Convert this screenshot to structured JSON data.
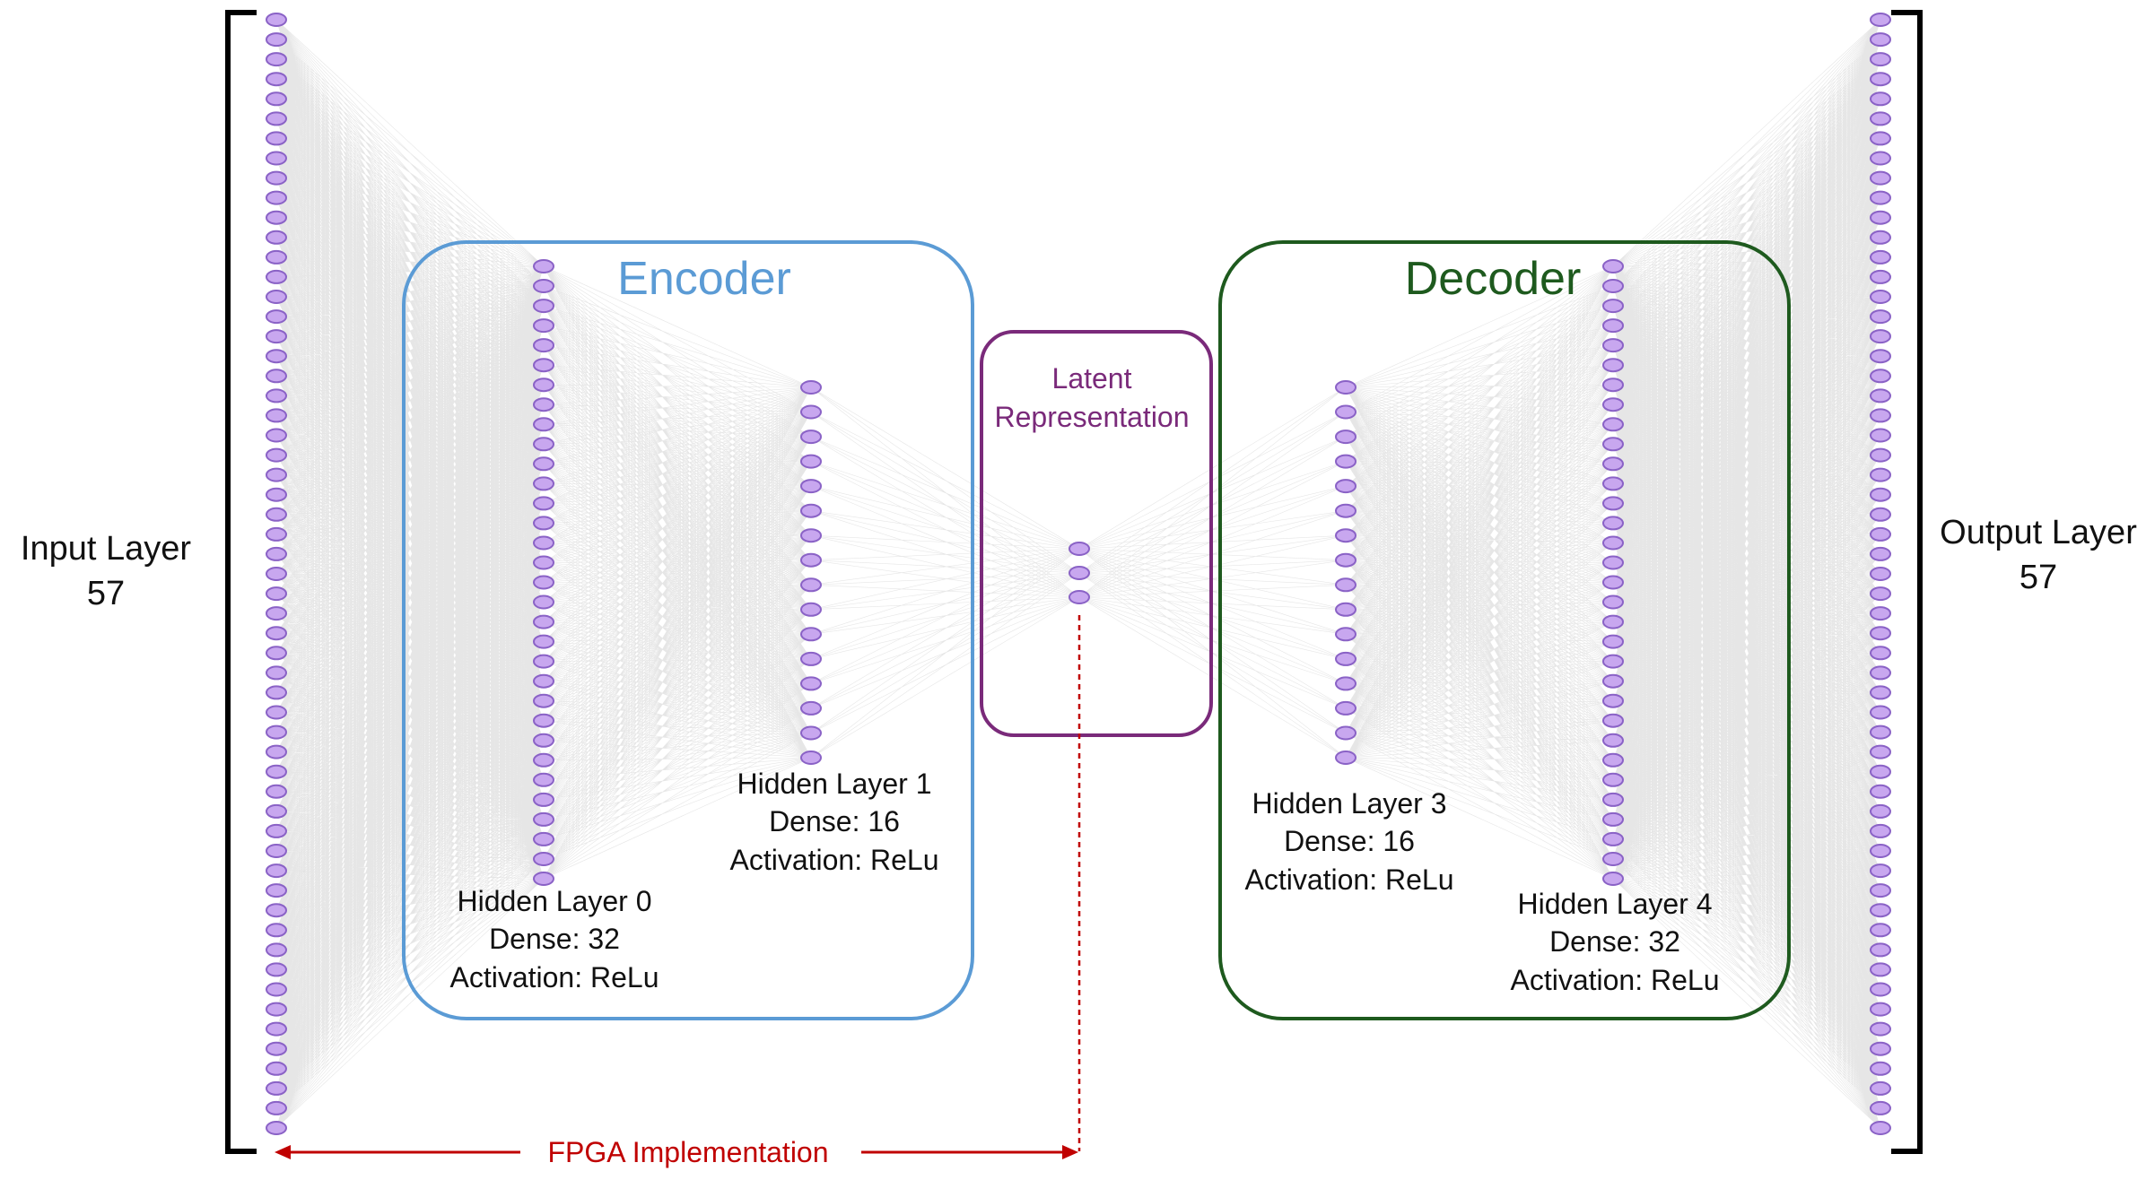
{
  "colors": {
    "node_fill": "#c8a7ef",
    "node_stroke": "#8a62c6",
    "encoder": "#5b9bd5",
    "decoder": "#1e5a1e",
    "latent": "#7a2a7a",
    "fpga": "#c00000",
    "bracket": "#000000"
  },
  "input_layer": {
    "label": "Input Layer",
    "size_text": "57",
    "neurons": 57
  },
  "output_layer": {
    "label": "Output Layer",
    "size_text": "57",
    "neurons": 57
  },
  "encoder": {
    "title": "Encoder"
  },
  "decoder": {
    "title": "Decoder"
  },
  "latent": {
    "line1": "Latent",
    "line2": "Representation",
    "neurons": 3
  },
  "hidden_layers": [
    {
      "name": "Hidden Layer 0",
      "dense": "Dense: 32",
      "activation": "Activation: ReLu",
      "neurons": 32
    },
    {
      "name": "Hidden Layer 1",
      "dense": "Dense: 16",
      "activation": "Activation: ReLu",
      "neurons": 16
    },
    {
      "name": "Hidden Layer 3",
      "dense": "Dense: 16",
      "activation": "Activation: ReLu",
      "neurons": 16
    },
    {
      "name": "Hidden Layer 4",
      "dense": "Dense: 32",
      "activation": "Activation: ReLu",
      "neurons": 32
    }
  ],
  "fpga": {
    "label": "FPGA Implementation"
  }
}
